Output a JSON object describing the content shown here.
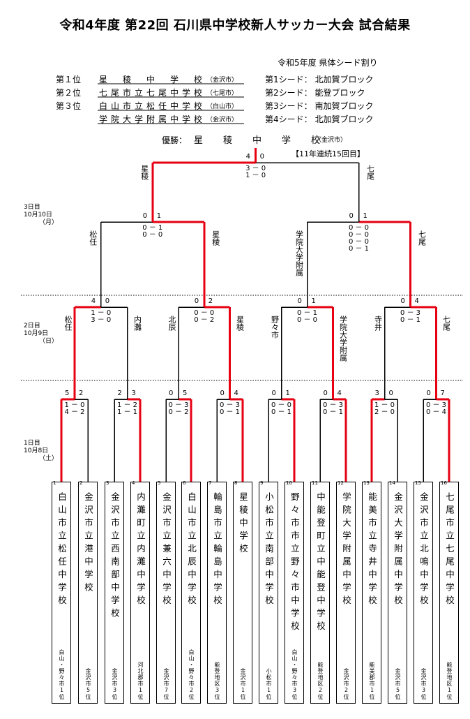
{
  "title": "令和4年度 第22回 石川県中学校新人サッカー大会 試合結果",
  "seed_header": "令和5年度 県体シード割り",
  "ranks": [
    {
      "label": "第１位",
      "name": "星　稜　中　学　校",
      "city": "（金沢市）"
    },
    {
      "label": "第２位",
      "name": "七尾市立七尾中学校",
      "city": "（七尾市）"
    },
    {
      "label": "第３位",
      "name": "白山市立松任中学校",
      "city": "（白山市）"
    },
    {
      "label": "",
      "name": "学院大学附属中学校",
      "city": "（金沢市）"
    }
  ],
  "seeds": [
    "第1シード： 北加賀ブロック",
    "第2シード： 能登ブロック",
    "第3シード： 南加賀ブロック",
    "第4シード： 北加賀ブロック"
  ],
  "champion": {
    "label": "優勝：",
    "name": "星　稜　中　学　校",
    "city": "（金沢市）",
    "note": "【11年連続15回目】"
  },
  "dates": [
    {
      "day": "3日目",
      "date": "10月10日",
      "dow": "（月）"
    },
    {
      "day": "2日目",
      "date": "10月9日",
      "dow": "（日）"
    },
    {
      "day": "1日目",
      "date": "10月8日",
      "dow": "（土）"
    }
  ],
  "final": {
    "left_score": "4",
    "right_score": "0",
    "detail": "3 － 0\n1 － 0",
    "left_team": "星稜",
    "right_team": "七尾"
  },
  "semis": [
    {
      "left_score": "0",
      "right_score": "1",
      "detail": "0 － 1\n0 － 0",
      "left_team": "松任",
      "right_team": "星稜"
    },
    {
      "left_score": "0",
      "right_score": "1",
      "detail": "0 － 0\n0 － 0\n0 － 0\n0 － 1",
      "left_team": "学院大学附属",
      "right_team": "七尾"
    }
  ],
  "quarters": [
    {
      "left_score": "4",
      "right_score": "0",
      "detail": "1 － 0\n3 － 0",
      "left_team": "松任",
      "right_team": "内灘"
    },
    {
      "left_score": "0",
      "right_score": "2",
      "detail": "0 － 0\n0 － 2",
      "left_team": "北辰",
      "right_team": "星稜"
    },
    {
      "left_score": "0",
      "right_score": "1",
      "detail": "0 － 1\n0 － 0",
      "left_team": "野々市",
      "right_team": "学院大学附属"
    },
    {
      "left_score": "0",
      "right_score": "4",
      "detail": "0 － 3\n0 － 1",
      "left_team": "寺井",
      "right_team": "七尾"
    }
  ],
  "r1": [
    {
      "left_score": "5",
      "right_score": "2",
      "detail": "1 － 0\n4 － 2"
    },
    {
      "left_score": "2",
      "right_score": "3",
      "detail": "1 － 2\n1 － 1"
    },
    {
      "left_score": "0",
      "right_score": "5",
      "detail": "0 － 3\n0 － 2"
    },
    {
      "left_score": "0",
      "right_score": "4",
      "detail": "0 － 3\n0 － 1"
    },
    {
      "left_score": "0",
      "right_score": "1",
      "detail": "0 － 0\n0 － 1"
    },
    {
      "left_score": "0",
      "right_score": "4",
      "detail": "0 － 3\n0 － 1"
    },
    {
      "left_score": "3",
      "right_score": "0",
      "detail": "1 － 0\n2 － 0"
    },
    {
      "left_score": "0",
      "right_score": "7",
      "detail": "0 － 3\n0 － 4"
    }
  ],
  "teams": [
    {
      "num": "1",
      "name": "白山市立松任中学校",
      "rank": "白山・野々市1位"
    },
    {
      "num": "2",
      "name": "金沢市立港中学校",
      "rank": "金沢市5位"
    },
    {
      "num": "3",
      "name": "金沢市立西南部中学校",
      "rank": "金沢市3位"
    },
    {
      "num": "4",
      "name": "内灘町立内灘中学校",
      "rank": "河北郡市1位"
    },
    {
      "num": "5",
      "name": "金沢市立兼六中学校",
      "rank": "金沢市7位"
    },
    {
      "num": "6",
      "name": "白山市立北辰中学校",
      "rank": "白山・野々市2位"
    },
    {
      "num": "7",
      "name": "輪島市立輪島中学校",
      "rank": "能登地区3位"
    },
    {
      "num": "8",
      "name": "星稜中学校",
      "rank": "金沢市1位"
    },
    {
      "num": "9",
      "name": "小松市立南部中学校",
      "rank": "小松市1位"
    },
    {
      "num": "10",
      "name": "野々市市立野々市中学校",
      "rank": "白山・野々市3位"
    },
    {
      "num": "11",
      "name": "中能登町立中能登中学校",
      "rank": "能登地区2位"
    },
    {
      "num": "12",
      "name": "学院大学附属中学校",
      "rank": "金沢市2位"
    },
    {
      "num": "13",
      "name": "能美市立寺井中学校",
      "rank": "能美郡市1位"
    },
    {
      "num": "14",
      "name": "金沢大学附属中学校",
      "rank": "金沢市5位"
    },
    {
      "num": "15",
      "name": "金沢市立北鳴中学校",
      "rank": "金沢市3位"
    },
    {
      "num": "16",
      "name": "七尾市立七尾中学校",
      "rank": "能登地区1位"
    }
  ],
  "colors": {
    "win": "#e60012",
    "lose": "#000000"
  }
}
